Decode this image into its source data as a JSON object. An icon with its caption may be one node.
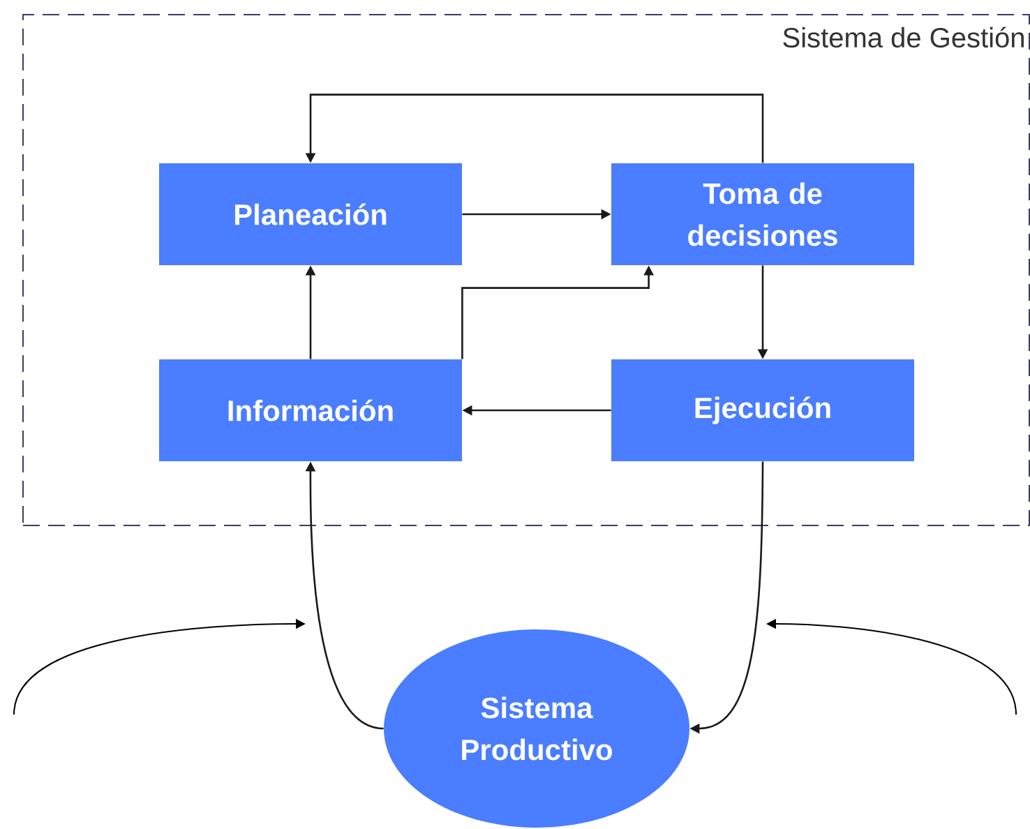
{
  "diagram": {
    "nodes": [
      {
        "text": [
          "Sistema de Gestión"
        ]
      },
      {
        "text": [
          "Planeación"
        ],
        "in": 0
      },
      {
        "text": [
          "Toma de decisiones"
        ],
        "in": 0
      },
      {
        "text": [
          "Información"
        ],
        "in": 0
      },
      {
        "text": [
          "Ejecución"
        ],
        "in": 0
      },
      {
        "text": [
          "Sistema Productivo"
        ]
      }
    ],
    "edges": [
      {
        "from": 1,
        "to": 2,
        "arrow": "to"
      },
      {
        "from": 2,
        "to": 1,
        "arrow": "to"
      },
      {
        "from": 3,
        "to": 1,
        "arrow": "to"
      },
      {
        "from": 3,
        "to": 2,
        "arrow": "to"
      },
      {
        "from": 2,
        "to": 4,
        "arrow": "to"
      },
      {
        "from": 4,
        "to": 3,
        "arrow": "to"
      },
      {
        "from": 5,
        "to": 3,
        "arrow": "to"
      },
      {
        "from": 4,
        "to": 5,
        "arrow": "to"
      }
    ]
  }
}
